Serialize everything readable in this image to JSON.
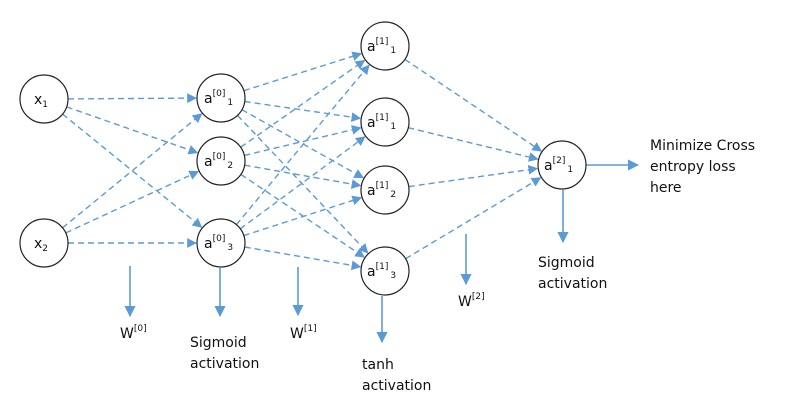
{
  "colors": {
    "edge": "#5b9bd5",
    "node_stroke": "#222222",
    "text": "#111111"
  },
  "nodes": {
    "x1": {
      "base": "x",
      "sup": "",
      "sub": "1"
    },
    "x2": {
      "base": "x",
      "sup": "",
      "sub": "2"
    },
    "h0_1": {
      "base": "a",
      "sup": "[0]",
      "sub": "1"
    },
    "h0_2": {
      "base": "a",
      "sup": "[0]",
      "sub": "2"
    },
    "h0_3": {
      "base": "a",
      "sup": "[0]",
      "sub": "3"
    },
    "h1_1": {
      "base": "a",
      "sup": "[1]",
      "sub": "1"
    },
    "h1_2": {
      "base": "a",
      "sup": "[1]",
      "sub": "1"
    },
    "h1_3": {
      "base": "a",
      "sup": "[1]",
      "sub": "2"
    },
    "h1_4": {
      "base": "a",
      "sup": "[1]",
      "sub": "3"
    },
    "out": {
      "base": "a",
      "sup": "[2]",
      "sub": "1"
    }
  },
  "weights": {
    "w0": {
      "base": "W",
      "sup": "[0]"
    },
    "w1": {
      "base": "W",
      "sup": "[1]"
    },
    "w2": {
      "base": "W",
      "sup": "[2]"
    }
  },
  "labels": {
    "sigmoid_hidden": [
      "Sigmoid",
      "activation"
    ],
    "tanh_hidden": [
      "tanh",
      "activation"
    ],
    "sigmoid_output": [
      "Sigmoid",
      "activation"
    ],
    "loss": [
      "Minimize Cross",
      "entropy loss",
      "here"
    ]
  }
}
